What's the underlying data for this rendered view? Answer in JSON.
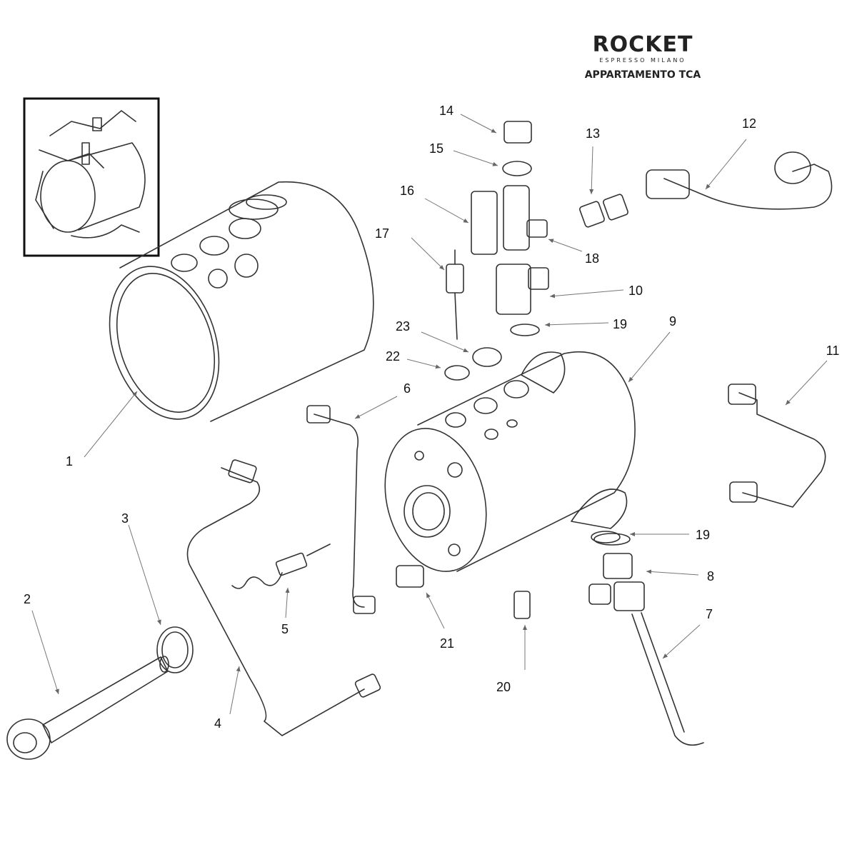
{
  "brand": {
    "name": "ROCKET",
    "tagline": "ESPRESSO MILANO",
    "model": "APPARTAMENTO TCA"
  },
  "callouts": [
    "1",
    "2",
    "3",
    "4",
    "5",
    "6",
    "7",
    "8",
    "9",
    "10",
    "11",
    "12",
    "13",
    "14",
    "15",
    "16",
    "17",
    "18",
    "19",
    "19",
    "20",
    "21",
    "22",
    "23"
  ]
}
